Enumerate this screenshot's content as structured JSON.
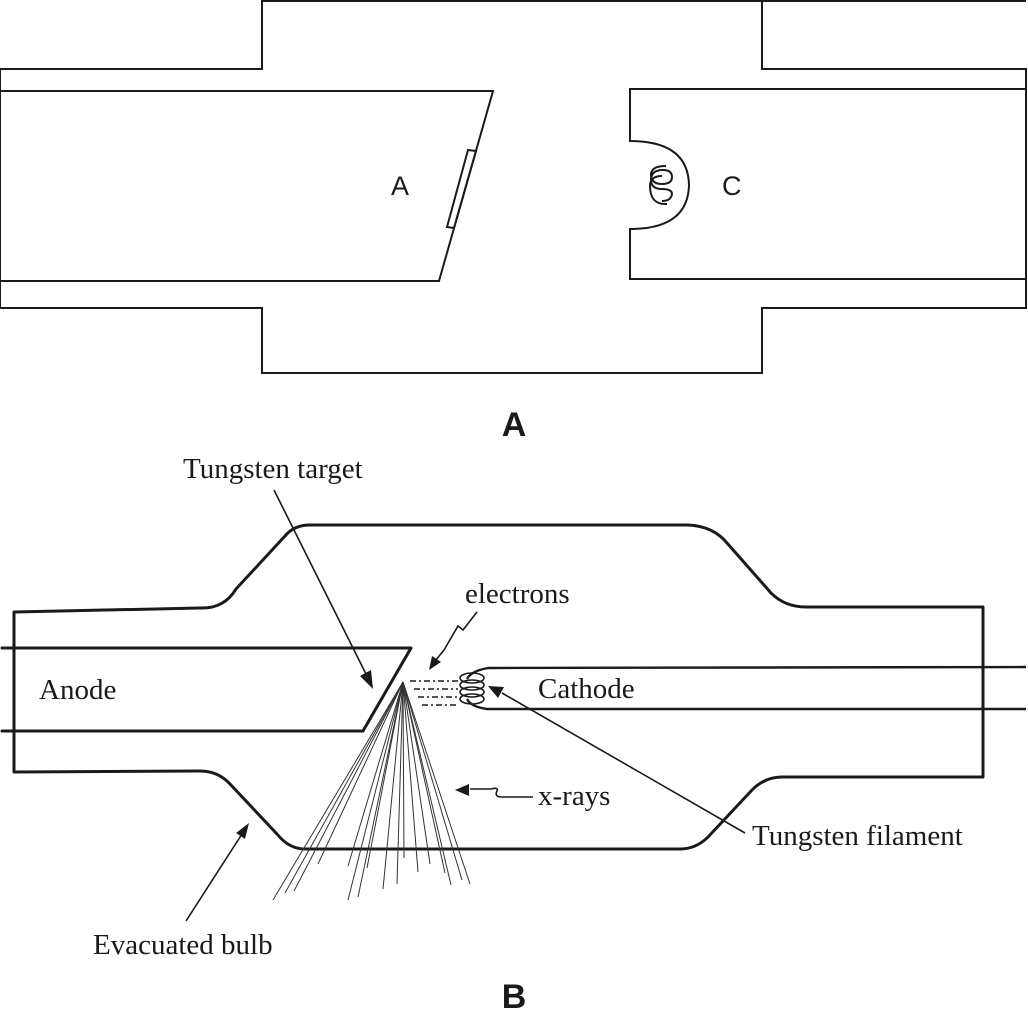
{
  "figure": {
    "title": "X-ray tube schematics",
    "panel_a": {
      "label": "A",
      "anode_label": "A",
      "cathode_label": "C"
    },
    "panel_b": {
      "label": "B",
      "annotations": {
        "tungsten_target": "Tungsten target",
        "electrons": "electrons",
        "anode": "Anode",
        "cathode": "Cathode",
        "x_rays": "x-rays",
        "tungsten_filament": "Tungsten filament",
        "evacuated_bulb": "Evacuated bulb"
      }
    }
  }
}
